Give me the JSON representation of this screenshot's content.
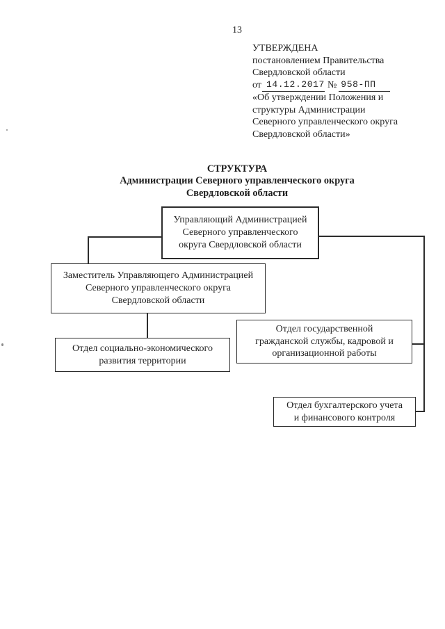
{
  "page_number": "13",
  "approval_block": {
    "heading_lines": [
      "УТВЕРЖДЕНА",
      "постановлением Правительства",
      "Свердловской области"
    ],
    "date_line": {
      "prefix": "от",
      "date": "14.12.2017",
      "number_sign": "№",
      "number": "958-ПП"
    },
    "quote_lines": [
      "«Об утверждении Положения и",
      "структуры Администрации",
      "Северного управленческого округа",
      "Свердловской области»"
    ]
  },
  "title_lines": [
    "СТРУКТУРА",
    "Администрации Северного управленческого округа",
    "Свердловской области"
  ],
  "org_chart": {
    "nodes": [
      {
        "id": "head",
        "label_lines": [
          "Управляющий Администрацией",
          "Северного управленческого",
          "округа Свердловской области"
        ]
      },
      {
        "id": "deputy",
        "label_lines": [
          "Заместитель Управляющего Администрацией",
          "Северного управленческого округа",
          "Свердловской области"
        ]
      },
      {
        "id": "dept-social-economic",
        "label_lines": [
          "Отдел социально-экономического",
          "развития территории"
        ]
      },
      {
        "id": "dept-civil-service",
        "label_lines": [
          "Отдел государственной",
          "гражданской службы, кадровой и",
          "организационной работы"
        ]
      },
      {
        "id": "dept-accounting",
        "label_lines": [
          "Отдел бухгалтерского учета",
          "и финансового контроля"
        ]
      }
    ],
    "edges": [
      {
        "from": "head",
        "to": "deputy"
      },
      {
        "from": "head",
        "to": "dept-civil-service"
      },
      {
        "from": "head",
        "to": "dept-accounting"
      },
      {
        "from": "deputy",
        "to": "dept-social-economic"
      }
    ]
  },
  "colors": {
    "ink": "#2c2c2c",
    "paper": "#ffffff"
  }
}
